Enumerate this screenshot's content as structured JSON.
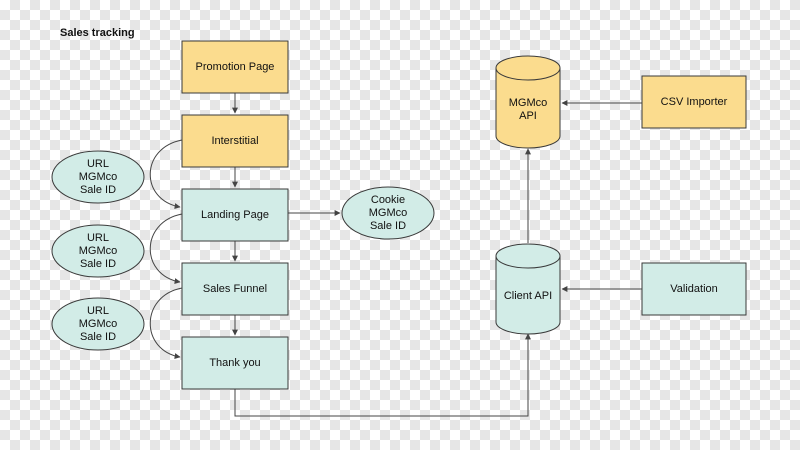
{
  "title": "Sales tracking",
  "colors": {
    "yellow_fill": "#fbdc8e",
    "teal_fill": "#d2ece7",
    "node_stroke": "#3a3a3a",
    "edge": "#444444"
  },
  "nodes": {
    "promotion_page": "Promotion Page",
    "interstitial": "Interstitial",
    "landing_page": "Landing Page",
    "sales_funnel": "Sales Funnel",
    "thank_you": "Thank you",
    "url_sale_id_1": "URL\nMGMco\nSale ID",
    "url_sale_id_2": "URL\nMGMco\nSale ID",
    "url_sale_id_3": "URL\nMGMco\nSale ID",
    "cookie_sale_id": "Cookie\nMGMco\nSale ID",
    "mgmco_api": "MGMco\nAPI",
    "csv_importer": "CSV Importer",
    "client_api": "Client API",
    "validation": "Validation"
  }
}
